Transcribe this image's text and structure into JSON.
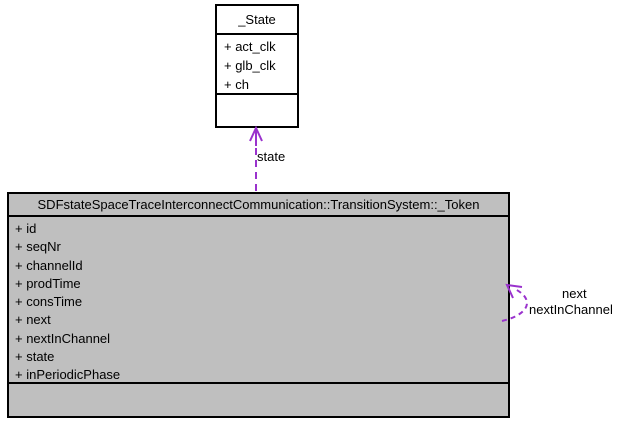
{
  "diagram": {
    "type": "uml-collaboration-diagram",
    "colors": {
      "edge": "#9a32cd",
      "node_border": "#000000",
      "highlight_node_fill": "#bfbfbf",
      "plain_node_fill": "#ffffff",
      "text": "#000000",
      "background": "#ffffff"
    },
    "nodes": {
      "state": {
        "name": "_State",
        "fields": [
          "+ act_clk",
          "+ glb_clk",
          "+ ch"
        ]
      },
      "token": {
        "name": "SDFstateSpaceTraceInterconnectCommunication::TransitionSystem::_Token",
        "fields": [
          "+ id",
          "+ seqNr",
          "+ channelId",
          "+ prodTime",
          "+ consTime",
          "+ next",
          "+ nextInChannel",
          "+ state",
          "+ inPeriodicPhase"
        ]
      }
    },
    "edges": {
      "state_edge": {
        "label": "state",
        "from": "token",
        "to": "state",
        "style": "dashed"
      },
      "self_edge": {
        "labels": [
          "next",
          "nextInChannel"
        ],
        "from": "token",
        "to": "token",
        "style": "dashed"
      }
    }
  }
}
